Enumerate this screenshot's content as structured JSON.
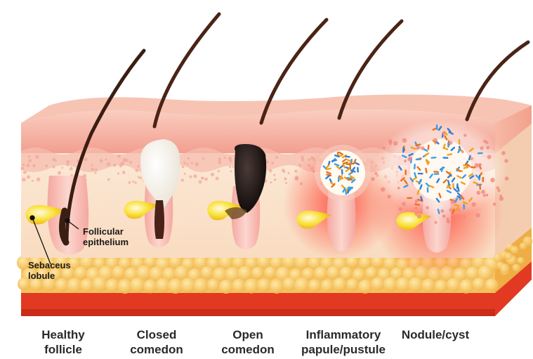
{
  "annotations": {
    "follicular_epithelium": "Follicular\nepithelium",
    "sebaceus_lobule": "Sebaceus\nlobule"
  },
  "stages": [
    {
      "id": "healthy",
      "label": "Healthy\nfollicle"
    },
    {
      "id": "closed",
      "label": "Closed\ncomedon"
    },
    {
      "id": "open",
      "label": "Open\ncomedon"
    },
    {
      "id": "inflammatory",
      "label": "Inflammatory\npapule/pustule"
    },
    {
      "id": "nodule",
      "label": "Nodule/cyst"
    }
  ],
  "colors": {
    "epidermis": "#f4b3a4",
    "dermis": "#fbe3c8",
    "fat": "#f7c869",
    "base_red": "#e5391f",
    "sebum": "#f7d218",
    "hair": "#3b1e12",
    "inflammation": "#f0584a"
  }
}
